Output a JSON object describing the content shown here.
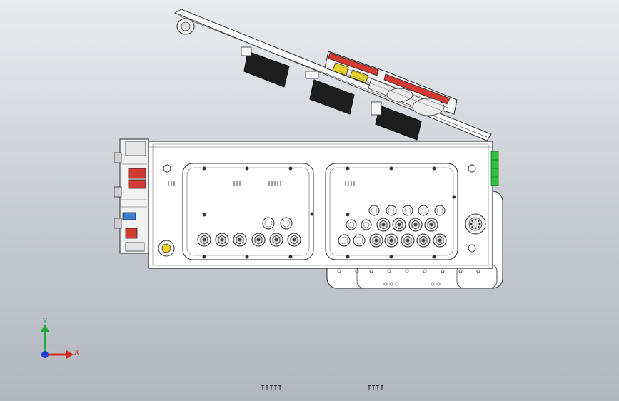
{
  "triad": {
    "y_label": "Y",
    "x_label": "X",
    "y_color": "#1faa3a",
    "x_color": "#d42a1e",
    "z_color": "#1f3fd4"
  },
  "bottom_marks": [
    "IIIII",
    "IIII"
  ],
  "colors": {
    "background_top": "#e9ecef",
    "background_bottom": "#b2b7be",
    "panel_fill": "#ffffff",
    "outline": "#2a2a2a",
    "accent_red": "#d23a32",
    "accent_yellow": "#e8d22a",
    "accent_green": "#2fbf3f",
    "dark_module": "#1e1e1e"
  },
  "icons": [
    "coordinate-triad-icon",
    "cad-model-drawing"
  ]
}
